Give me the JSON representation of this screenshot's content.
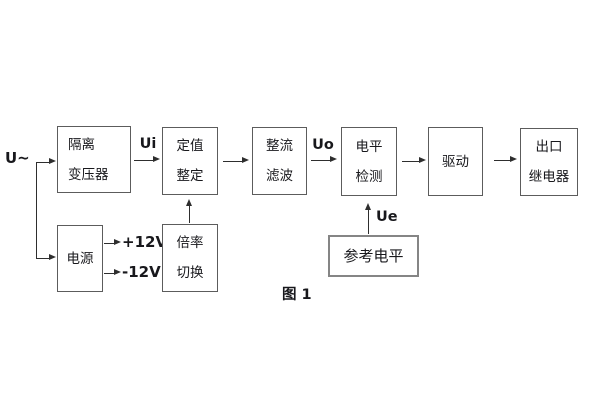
{
  "figure": {
    "caption": "图 1",
    "input_label": "U~",
    "labels": {
      "ui": "Ui",
      "uo": "Uo",
      "ue": "Ue",
      "plus12": "+12V",
      "minus12": "-12V"
    },
    "blocks": {
      "isolation_transformer": [
        "隔离",
        "变压器"
      ],
      "value_setting": [
        "定值",
        "整定"
      ],
      "rectify_filter": [
        "整流",
        "滤波"
      ],
      "level_detect": [
        "电平",
        "检测"
      ],
      "drive": [
        "驱动"
      ],
      "output_relay": [
        "出口",
        "继电器"
      ],
      "power": [
        "电源"
      ],
      "ratio_switch": [
        "倍率",
        "切换"
      ],
      "reference_level": [
        "参考电平"
      ]
    },
    "colors": {
      "background": "#ffffff",
      "line": "#2e2e2e",
      "box_border": "#5c5c5c",
      "reference_box_border": "#858585",
      "text": "#18181c"
    }
  }
}
